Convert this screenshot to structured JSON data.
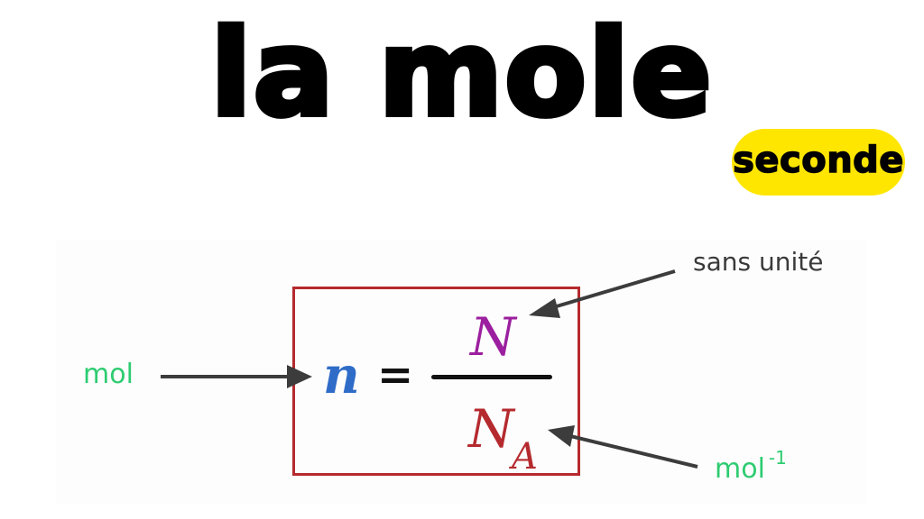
{
  "header": {
    "title": "la mole",
    "badge": "seconde"
  },
  "diagram": {
    "formula": {
      "lhs": "n",
      "equals": "=",
      "numerator": "N",
      "denominator": "N",
      "denominator_subscript": "A"
    },
    "annotations": {
      "n_unit": "mol",
      "numerator_unit": "sans unité",
      "denominator_unit": "mol",
      "denominator_unit_exponent": "-1"
    }
  },
  "colors": {
    "badge_bg": "#ffe600",
    "box_border": "#b52a2e",
    "n_color": "#2f6cc8",
    "numerator_color": "#9b1f9e",
    "denominator_color": "#b52a2e",
    "unit_label_color": "#2ecc71",
    "note_color": "#3a3a3a",
    "arrow_color": "#3c3c3c"
  }
}
